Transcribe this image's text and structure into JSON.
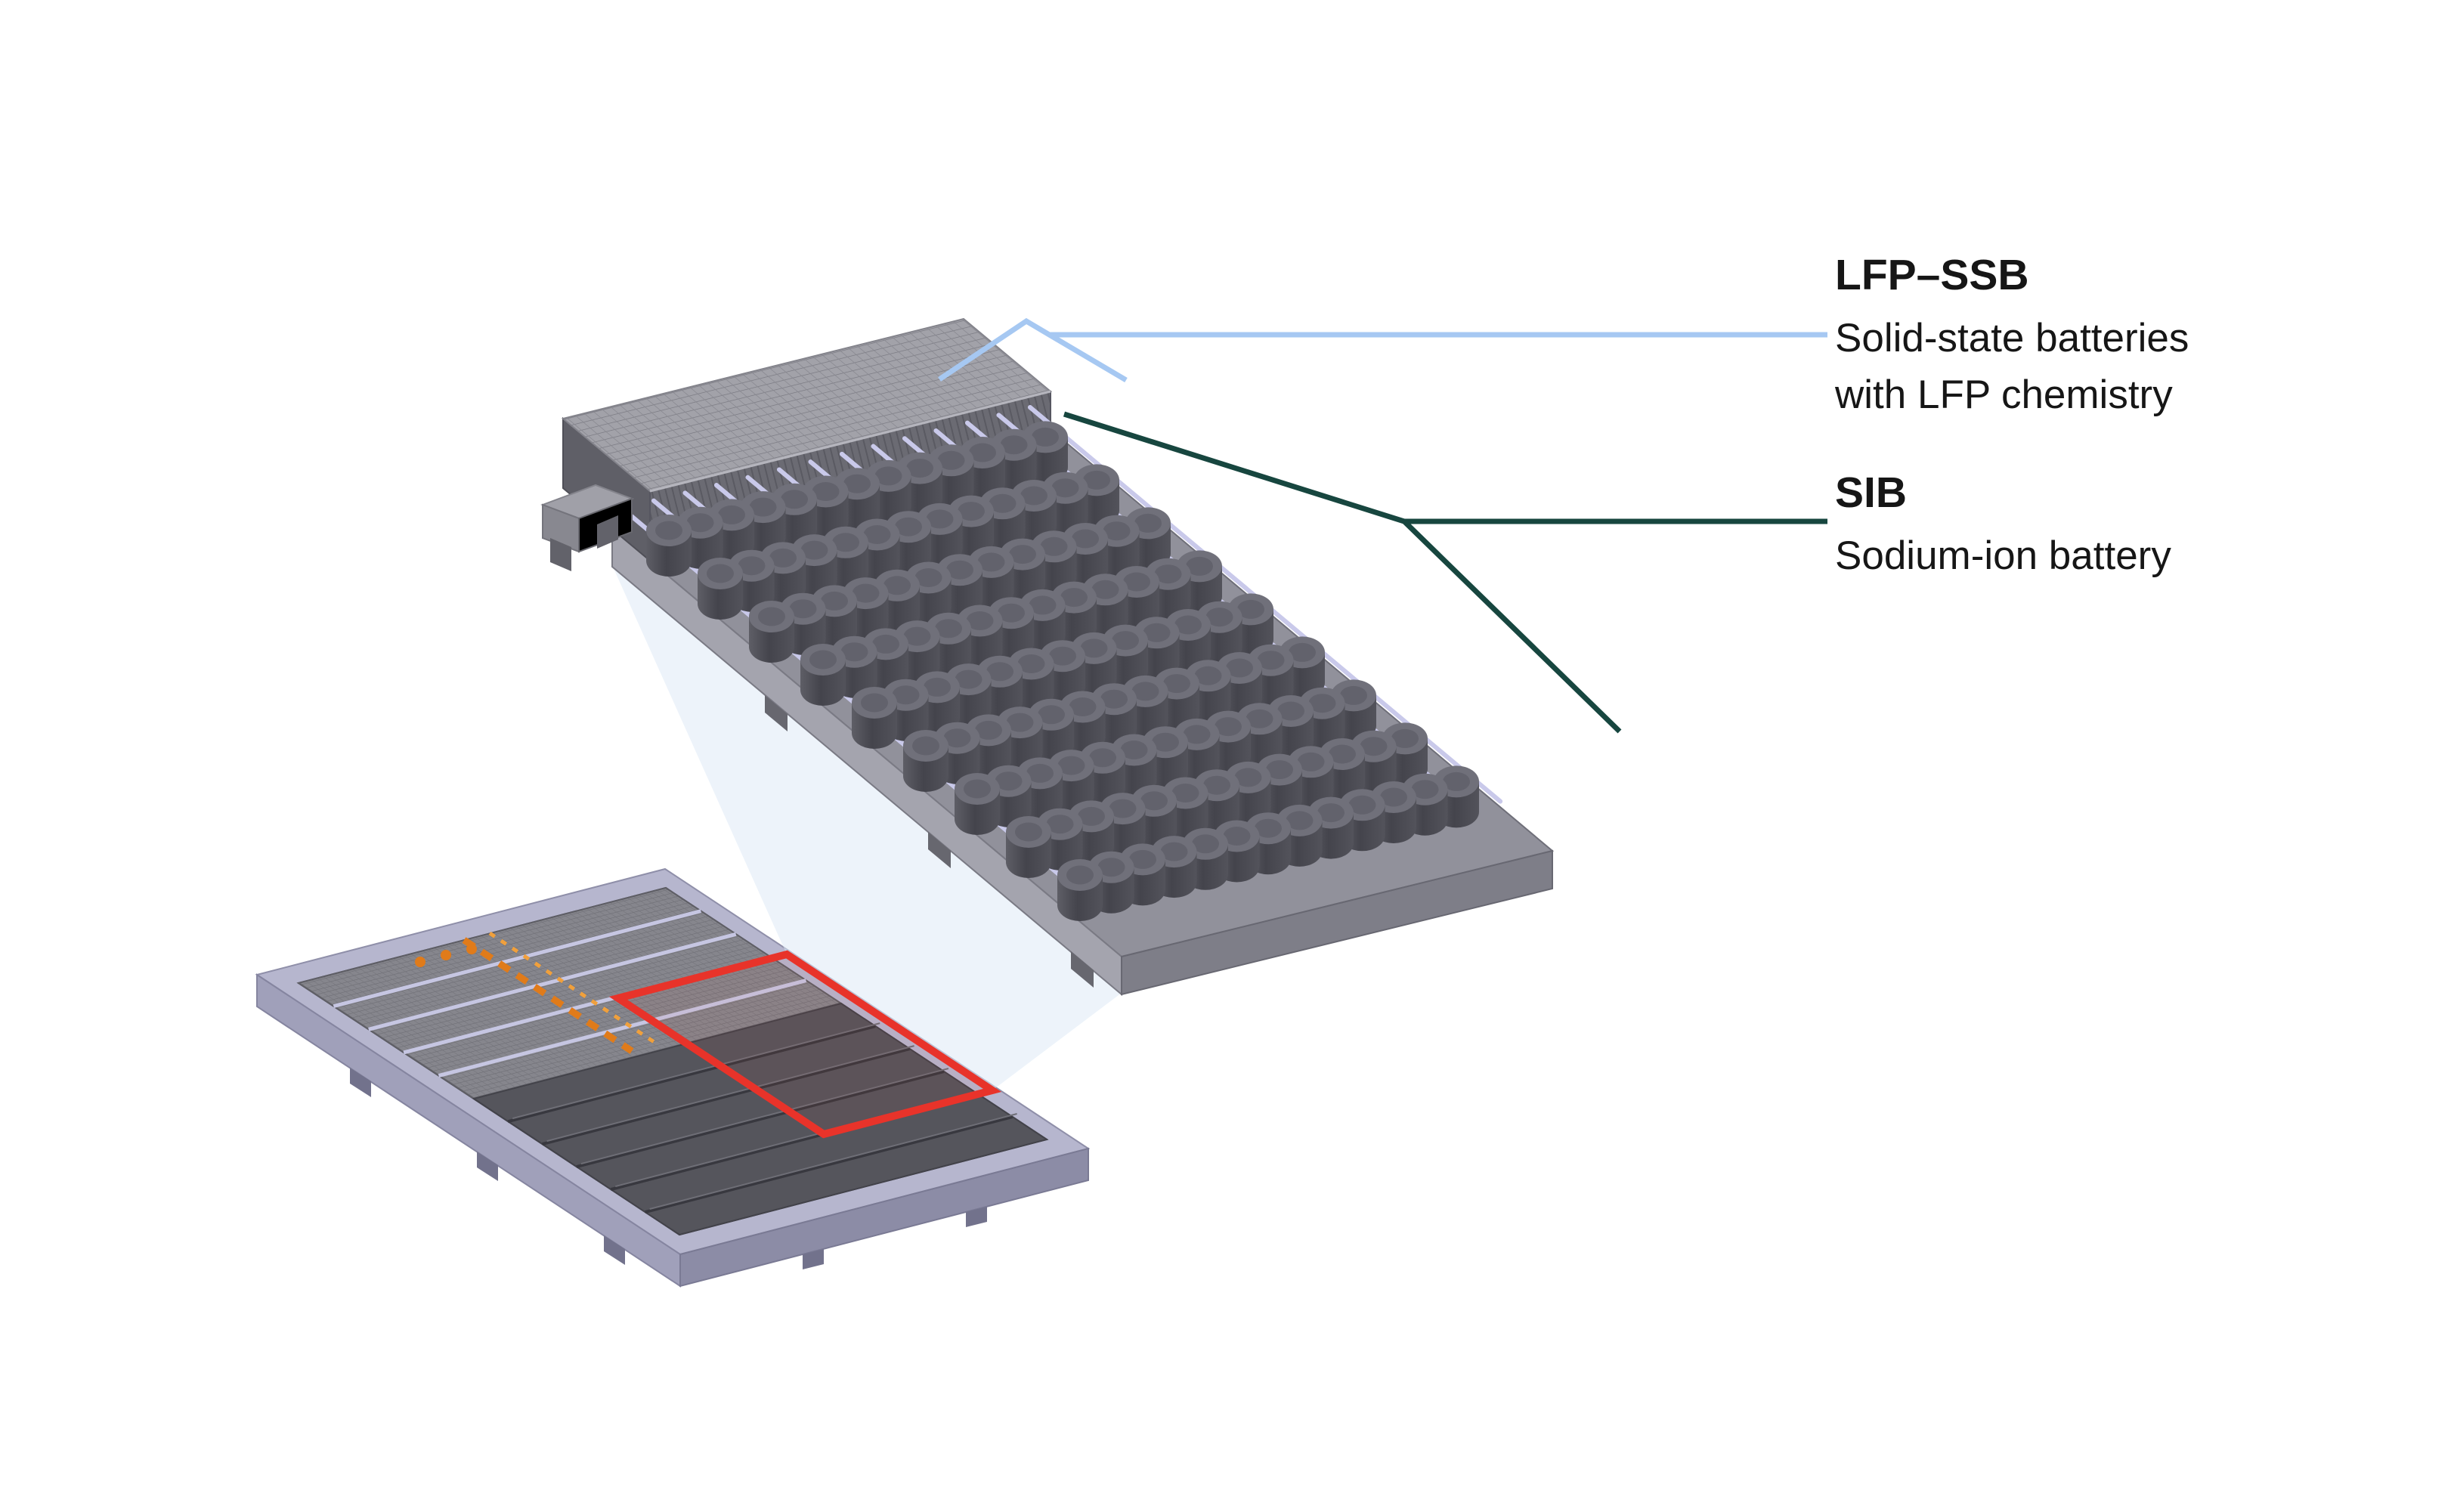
{
  "background_color": "#ffffff",
  "colors": {
    "accent_blue": "#a6c8f2",
    "accent_teal": "#17463f",
    "highlight_red": "#e8332a",
    "text": "#161616"
  },
  "labels": {
    "lfp_ssb": {
      "title": "LFP–SSB",
      "description_line1": "Solid-state batteries",
      "description_line2": "with LFP chemistry"
    },
    "sib": {
      "title": "SIB",
      "description_line1": "Sodium-ion battery"
    }
  }
}
